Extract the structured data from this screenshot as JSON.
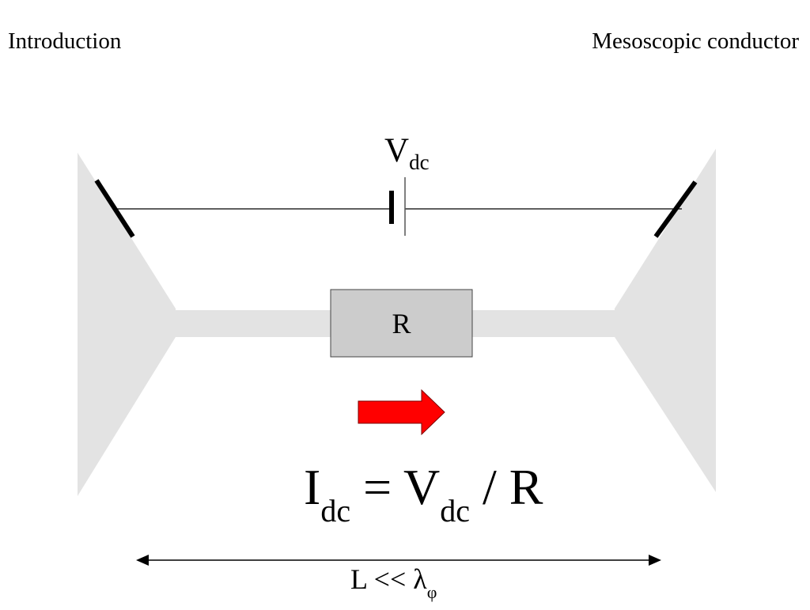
{
  "header": {
    "left_title": "Introduction",
    "right_title": "Mesoscopic conductor"
  },
  "diagram": {
    "source_label": "V",
    "source_label_sub": "dc",
    "resistor_label": "R",
    "equation": {
      "current": "I",
      "current_sub": "dc",
      "equals": " = ",
      "voltage": "V",
      "voltage_sub": "dc",
      "divide": " / R"
    },
    "length_label": "L << λ",
    "length_label_sub": "φ",
    "colors": {
      "reservoir": "#e3e3e3",
      "resistor_fill": "#cccccc",
      "arrow": "#ff0000",
      "wire": "#000000"
    }
  }
}
